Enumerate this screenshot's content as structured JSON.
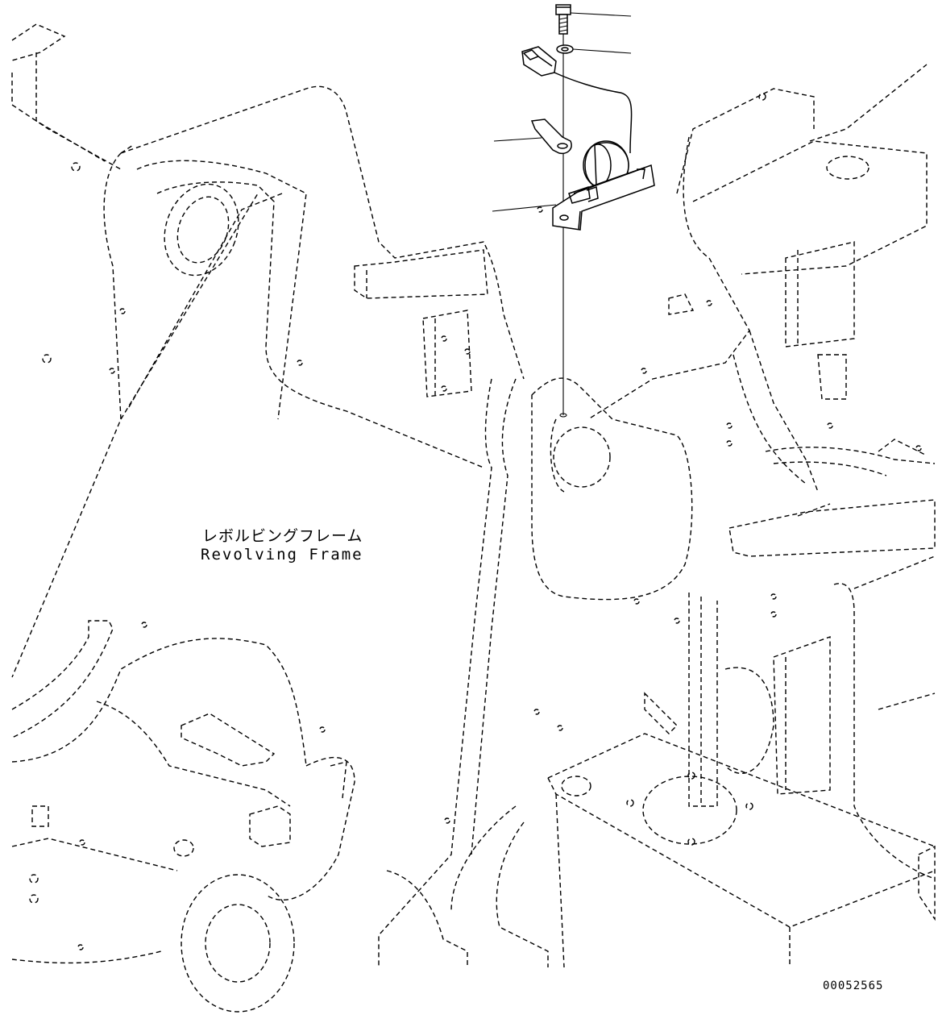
{
  "diagram": {
    "frame_label_jp": "レボルビングフレーム",
    "frame_label_en": "Revolving Frame",
    "drawing_number": "00052565"
  }
}
